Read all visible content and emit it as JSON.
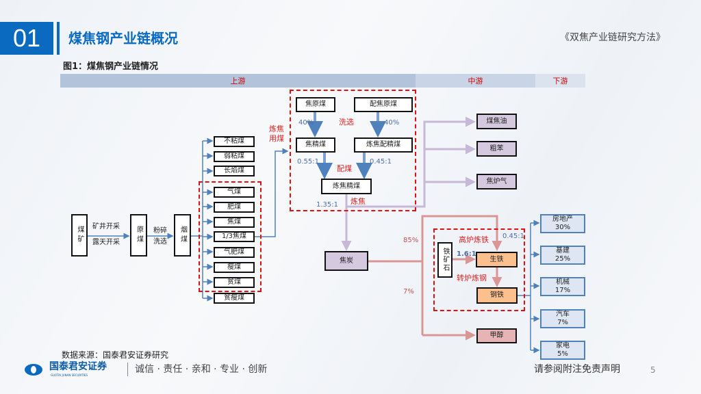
{
  "header": {
    "section_number": "01",
    "title": "煤焦钢产业链概况",
    "subtitle": "《双焦产业链研究方法》"
  },
  "figure_title": "图1：煤焦钢产业链情况",
  "bands": {
    "upstream": "上游",
    "midstream": "中游",
    "downstream": "下游"
  },
  "upstream": {
    "coal_mine": "煤矿",
    "mining_1": "矿井开采",
    "mining_2": "露天开采",
    "raw_coal": "原煤",
    "crush_1": "粉碎",
    "crush_2": "洗选",
    "bituminous": "烟煤",
    "coal_types": [
      "不粘煤",
      "弱粘煤",
      "长焰煤",
      "气煤",
      "肥煤",
      "焦煤",
      "1/3焦煤",
      "气肥煤",
      "瘦煤",
      "贫煤",
      "贫瘦煤"
    ],
    "coking_coal_label": "炼焦用煤"
  },
  "coking": {
    "coke_raw": "焦原煤",
    "blend_raw": "配焦原煤",
    "pct_left": "40%",
    "pct_right": "40%",
    "wash": "洗选",
    "coke_clean": "焦精煤",
    "blend_clean": "炼焦配精煤",
    "ratio_left": "0.55:1",
    "ratio_right": "0.45:1",
    "blend": "配煤",
    "clean_coking": "炼焦精煤",
    "ratio_coke": "1.35:1",
    "coking": "炼焦"
  },
  "midstream": {
    "coal_tar": "煤焦油",
    "crude_benzene": "粗苯",
    "coke_gas": "焦炉气",
    "coke": "焦炭",
    "pct_85": "85%",
    "pct_7": "7%",
    "iron_ore": "铁矿石",
    "ratio_ore": "1.6:1",
    "blast_furnace": "高炉炼铁",
    "pig_iron": "生铁",
    "ratio_pig": "0.45:1",
    "converter": "转炉炼钢",
    "steel": "钢铁",
    "methanol": "甲醇"
  },
  "downstream": [
    {
      "name": "房地产",
      "pct": "30%"
    },
    {
      "name": "基建",
      "pct": "25%"
    },
    {
      "name": "机械",
      "pct": "17%"
    },
    {
      "name": "汽车",
      "pct": "7%"
    },
    {
      "name": "家电",
      "pct": "5%"
    }
  ],
  "footer": {
    "source": "数据来源：国泰君安证券研究",
    "brand": "国泰君安证券",
    "brand_en": "GUOTAI JUNAN SECURITIES",
    "slogan": "诚信 · 责任 · 亲和 · 专业 · 创新",
    "disclaimer": "请参阅附注免责声明",
    "page": "5"
  },
  "colors": {
    "brand": "#0a6ac0",
    "dashed": "#e01010",
    "coke_flow": "#c8b8d8",
    "steel_flow": "#d99694",
    "steel_box": "#fbc08e",
    "downstream_box": "#dde6f2"
  }
}
